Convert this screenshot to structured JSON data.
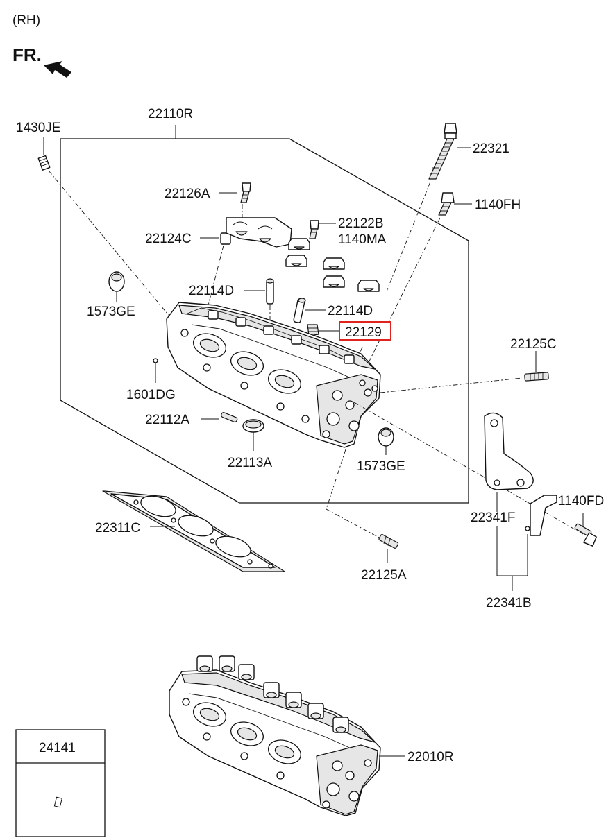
{
  "header": {
    "side": "(RH)",
    "front": "FR."
  },
  "labels": {
    "head_assembly_bare": "22110R",
    "bolt_1430": "1430JE",
    "cylinder_bolt": "22321",
    "bolt_1140fh": "1140FH",
    "bolt_22126a": "22126A",
    "bolt_22122b": "22122B",
    "bolt_1140ma": "1140MA",
    "cap_22124c": "22124C",
    "plug_1573_left": "1573GE",
    "guide_22114d_left": "22114D",
    "guide_22114d_right": "22114D",
    "highlighted_part": "22129",
    "stud_22125c": "22125C",
    "pin_1601": "1601DG",
    "pin_22112a": "22112A",
    "seal_22113a": "22113A",
    "plug_1573_right": "1573GE",
    "bolt_1140fd": "1140FD",
    "bracket_22341f": "22341F",
    "gasket_22311c": "22311C",
    "stud_22125a": "22125A",
    "bracket_assy_22341b": "22341B",
    "head_assembly_complete": "22010R",
    "legend_box_part": "24141"
  },
  "colors": {
    "highlight": "#e0231f",
    "line": "#111111"
  },
  "icons": {
    "front_arrow": "front-direction-arrow-icon"
  }
}
